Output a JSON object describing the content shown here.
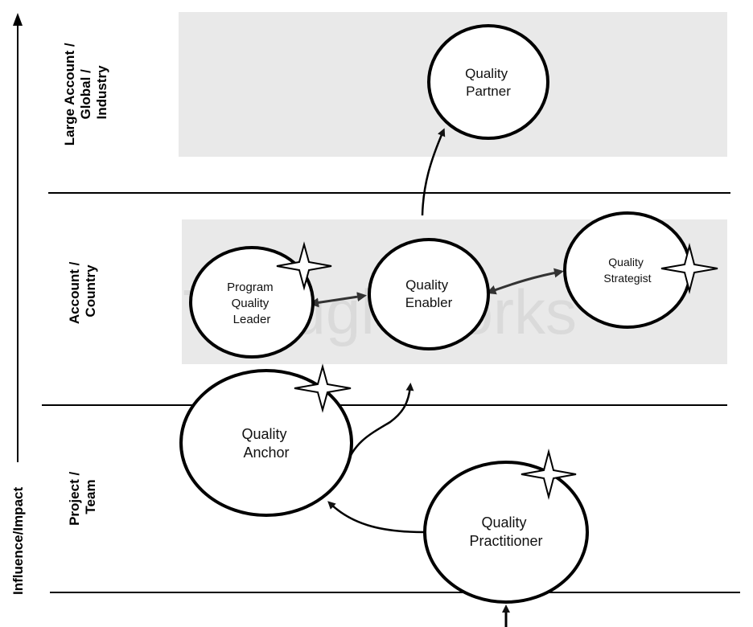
{
  "diagram": {
    "axis_label": "Influence/Impact",
    "watermark": "Thoughtworks",
    "bands": [
      {
        "id": "large",
        "label_lines": [
          "Large Account /",
          "Global /",
          "Industry"
        ]
      },
      {
        "id": "account",
        "label_lines": [
          "Account /",
          "Country"
        ]
      },
      {
        "id": "project",
        "label_lines": [
          "Project /",
          "Team"
        ]
      }
    ],
    "nodes": [
      {
        "id": "partner",
        "lines": [
          "Quality",
          "Partner"
        ],
        "star": false
      },
      {
        "id": "pql",
        "lines": [
          "Program",
          "Quality",
          "Leader"
        ],
        "star": true
      },
      {
        "id": "enabler",
        "lines": [
          "Quality",
          "Enabler"
        ],
        "star": false
      },
      {
        "id": "strategist",
        "lines": [
          "Quality",
          "Strategist"
        ],
        "star": true
      },
      {
        "id": "anchor",
        "lines": [
          "Quality",
          "Anchor"
        ],
        "star": true
      },
      {
        "id": "practitioner",
        "lines": [
          "Quality",
          "Practitioner"
        ],
        "star": true
      }
    ],
    "colors": {
      "band_fill": "#e9e9e9",
      "line": "#000000",
      "arrow": "#333333"
    }
  }
}
